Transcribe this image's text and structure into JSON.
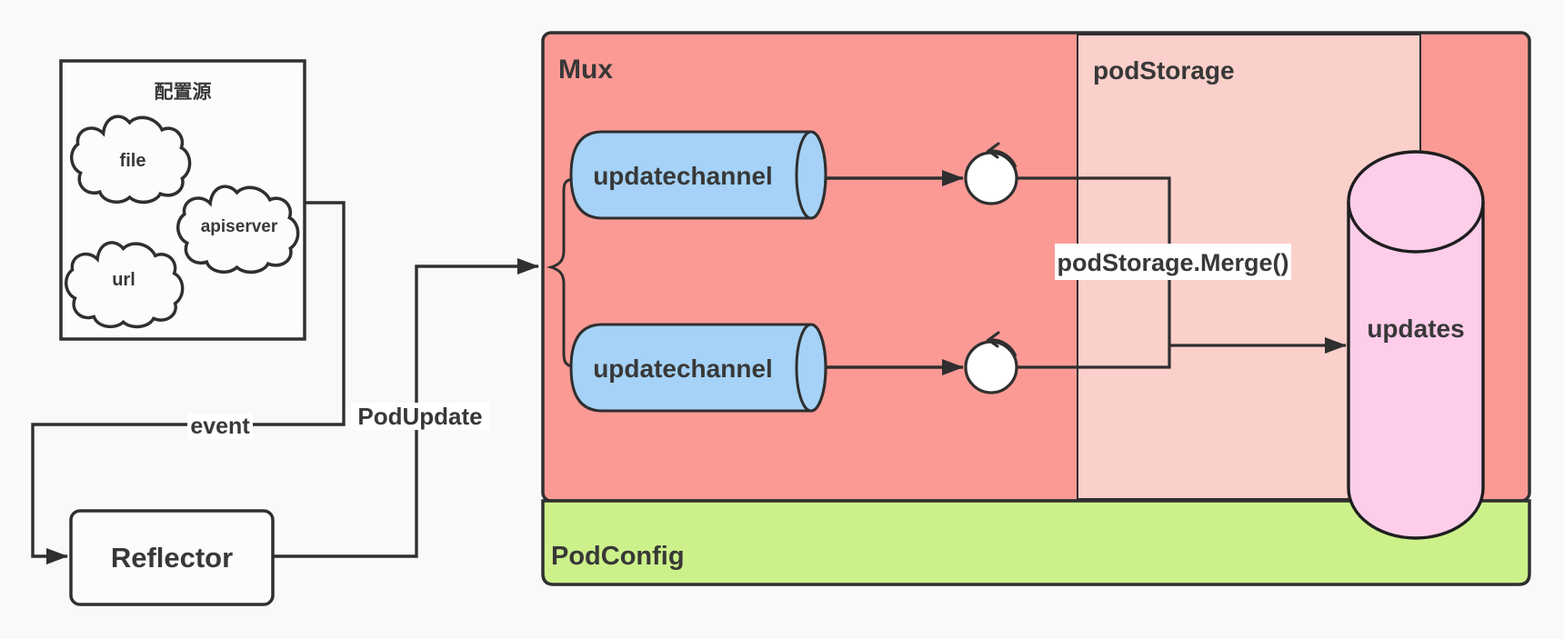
{
  "colors": {
    "background": "#f9f9f9",
    "stroke": "#2f2f2f",
    "text": "#383838",
    "mux_red": "#fb9a95",
    "pod_storage_pink": "#fbcfca",
    "pod_config_green": "#ccf18b",
    "channel_blue": "#a5d2f6",
    "updates_pink": "#fdcdea",
    "node_white": "#ffffff"
  },
  "config_source": {
    "title": "配置源",
    "clouds": [
      {
        "label": "file"
      },
      {
        "label": "apiserver"
      },
      {
        "label": "url"
      }
    ]
  },
  "reflector": {
    "label": "Reflector"
  },
  "edges": {
    "event": "event",
    "pod_update": "PodUpdate",
    "merge": "podStorage.Merge()"
  },
  "mux": {
    "title": "Mux",
    "channels": [
      {
        "label": "updatechannel"
      },
      {
        "label": "updatechannel"
      }
    ]
  },
  "pod_storage": {
    "title": "podStorage",
    "store_label": "updates"
  },
  "pod_config": {
    "title": "PodConfig"
  }
}
